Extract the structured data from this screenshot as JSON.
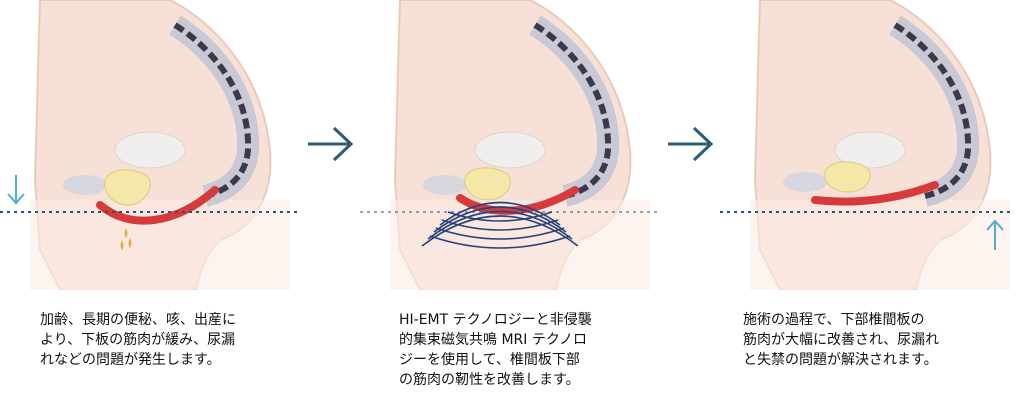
{
  "steps": [
    {
      "caption_lines": [
        "加齢、長期の便秘、咳、出産に",
        "より、下板の筋肉が緩み、尿漏",
        "れなどの問題が発生します。"
      ]
    },
    {
      "caption_lines": [
        "HI-EMT テクノロジーと非侵襲",
        "的集束磁気共鳴 MRI テクノロ",
        "ジーを使用して、椎間板下部",
        "の筋肉の靭性を改善します。"
      ]
    },
    {
      "caption_lines": [
        "施術の過程で、下部椎間板の",
        "筋肉が大幅に改善され、尿漏れ",
        "と失禁の問題が解決されます。"
      ]
    }
  ],
  "colors": {
    "body": "#f7e1d7",
    "body_edge": "#eccabb",
    "spine": "#3a3a4a",
    "spine_light": "#c9c9d6",
    "bladder": "#f4e7a8",
    "muscle": "#d63a3a",
    "wave": "#27437a",
    "arrow": "#2b5b78",
    "indicator": "#4fb0c6",
    "dotted_line": "#2a5675"
  },
  "icons": {
    "flow_arrow": "right-arrow-icon",
    "down_indicator": "down-arrow-icon",
    "up_indicator": "up-arrow-icon"
  }
}
